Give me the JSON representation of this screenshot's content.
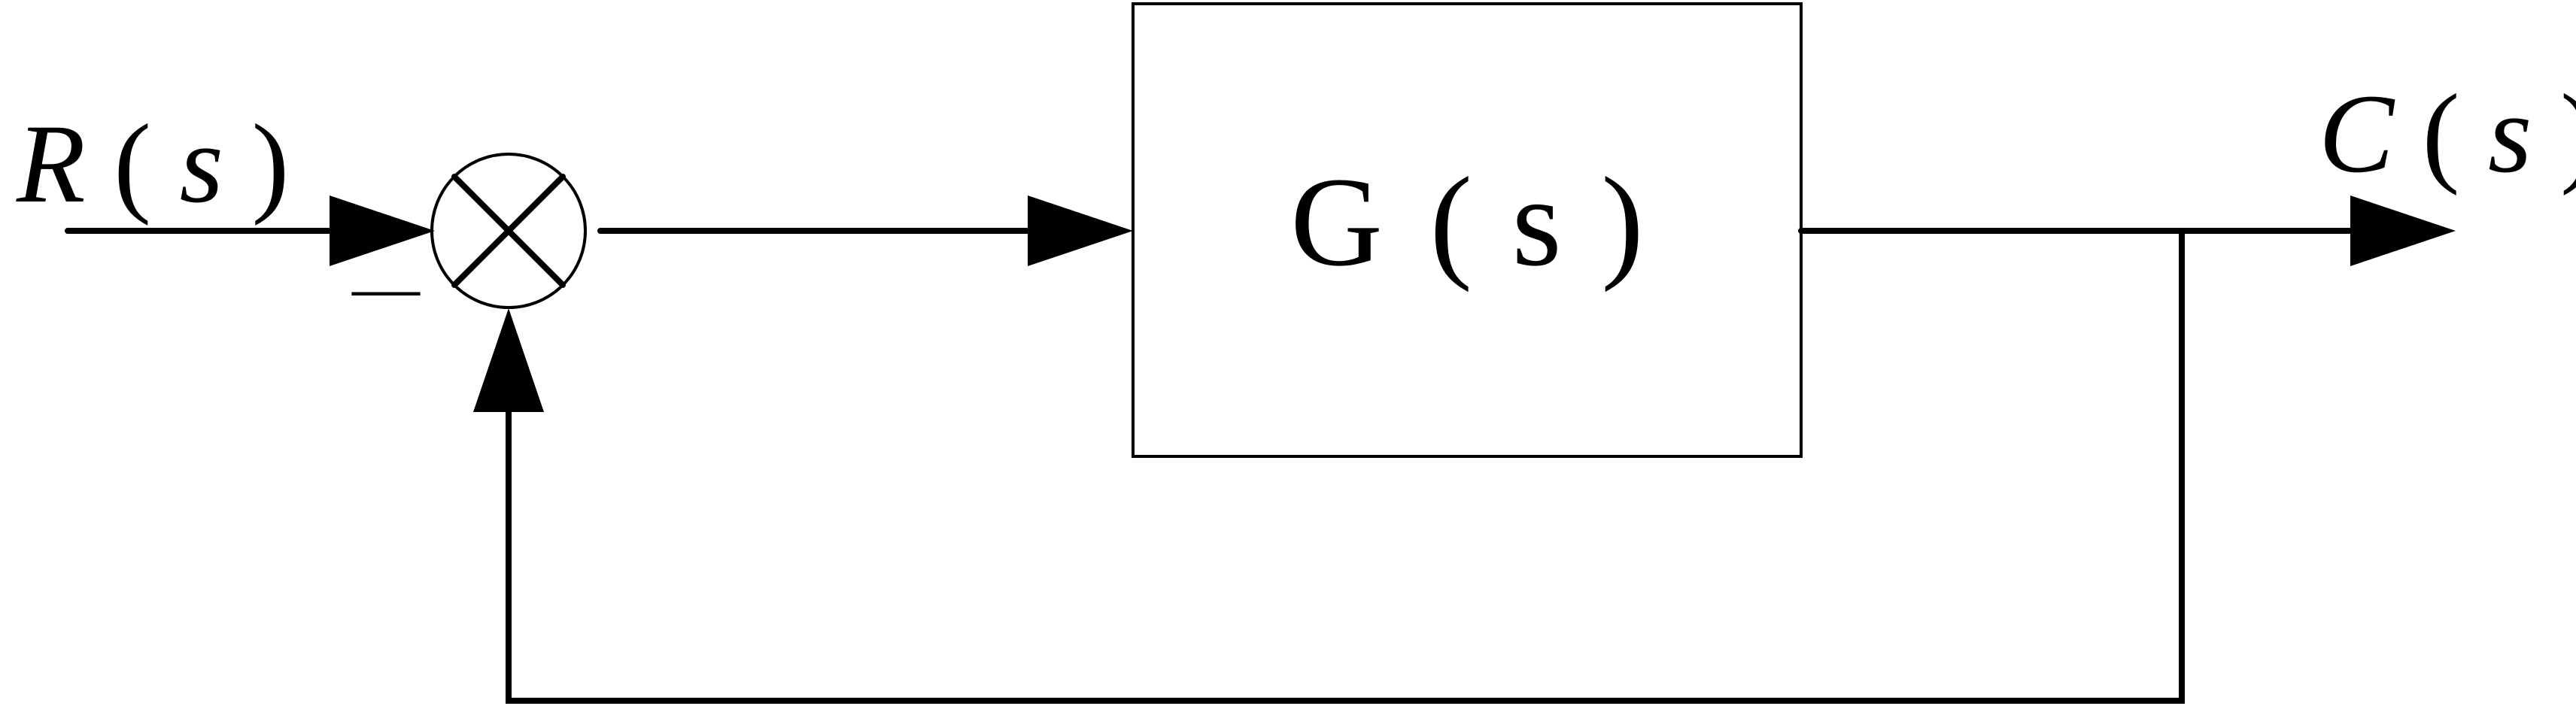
{
  "input_signal": {
    "name": "R",
    "paren_open": "(",
    "var": "s",
    "paren_close": ")"
  },
  "output_signal": {
    "name": "C",
    "paren_open": "(",
    "var": "s",
    "paren_close": ")"
  },
  "transfer_block": {
    "name": "G",
    "paren_open": "(",
    "var": "s",
    "paren_close": ")"
  },
  "summing_junction": {
    "feedback_sign": "—"
  },
  "colors": {
    "stroke": "#000000",
    "background": "#ffffff"
  }
}
